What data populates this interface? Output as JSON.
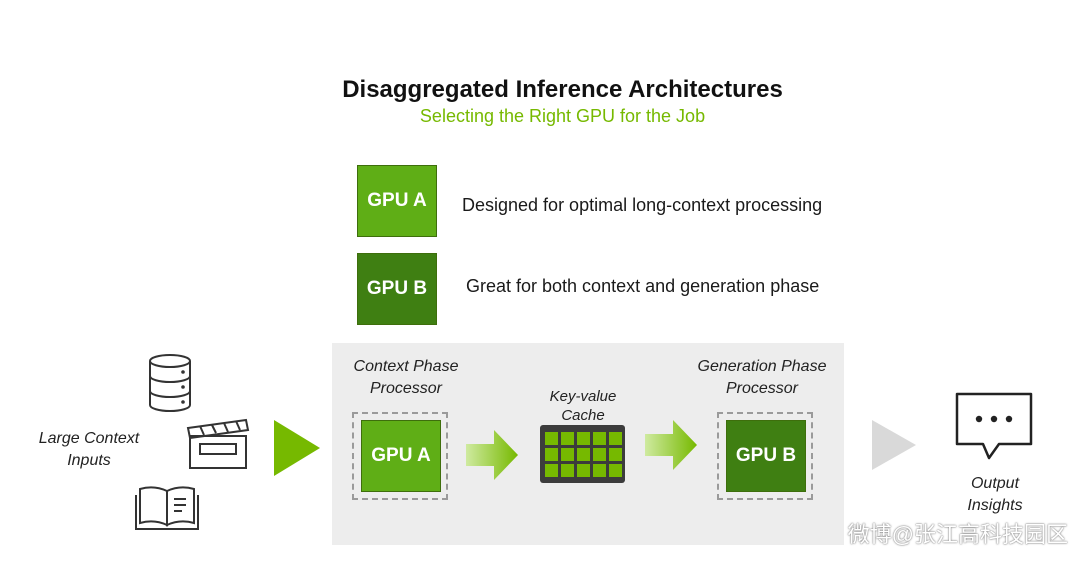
{
  "header": {
    "title": "Disaggregated Inference Architectures",
    "subtitle": "Selecting the Right GPU for the Job"
  },
  "legend": [
    {
      "chip": "GPU A",
      "description": "Designed for optimal long-context processing"
    },
    {
      "chip": "GPU B",
      "description": "Great for both context and generation phase"
    }
  ],
  "input": {
    "label_line1": "Large Context",
    "label_line2": "Inputs"
  },
  "context_phase": {
    "label_line1": "Context Phase",
    "label_line2": "Processor",
    "chip": "GPU A"
  },
  "cache": {
    "label_line1": "Key-value",
    "label_line2": "Cache"
  },
  "generation_phase": {
    "label_line1": "Generation Phase",
    "label_line2": "Processor",
    "chip": "GPU B"
  },
  "output": {
    "label_line1": "Output",
    "label_line2": "Insights"
  },
  "watermark": "微博@张江高科技园区",
  "colors": {
    "accent": "#76b900",
    "gpu_a": "#5fae16",
    "gpu_b": "#3f7f12",
    "panel": "#ededed",
    "gray_arrow": "#d9d9d9"
  }
}
